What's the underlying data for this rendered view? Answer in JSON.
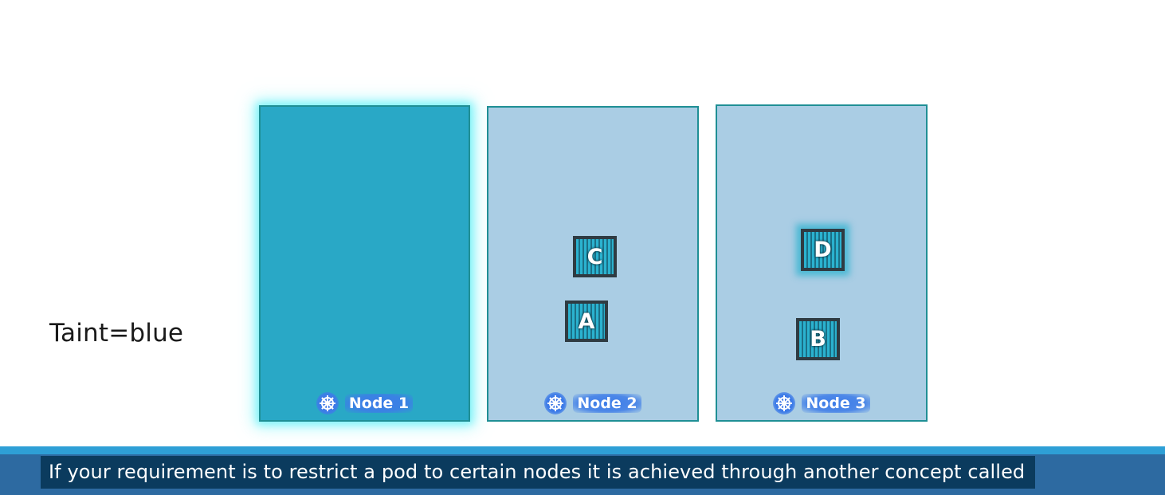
{
  "taint_label": "Taint=blue",
  "nodes": [
    {
      "label": "Node 1",
      "tainted": true
    },
    {
      "label": "Node 2",
      "tainted": false
    },
    {
      "label": "Node 3",
      "tainted": false
    }
  ],
  "pods": {
    "c": "C",
    "a": "A",
    "d": "D",
    "b": "B"
  },
  "icons": {
    "node": "kubernetes-helm-icon"
  },
  "colors": {
    "tainted_node": "#29a8c6",
    "plain_node": "#aacde4",
    "node_border": "#1f8f95",
    "caption_bg": "#0b3b5e"
  },
  "caption": "If your requirement is to restrict a pod to certain nodes it is achieved through another concept called"
}
